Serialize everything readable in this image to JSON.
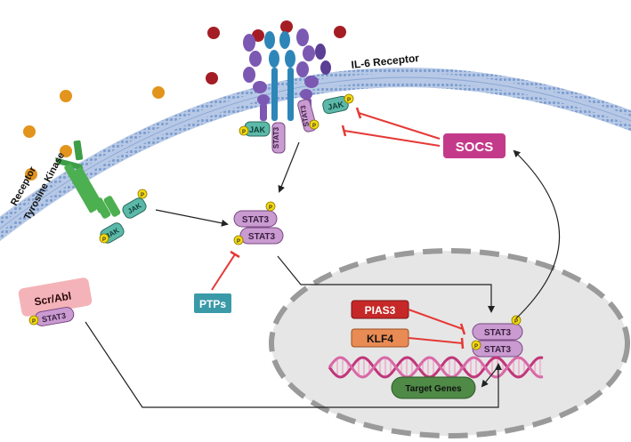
{
  "labels": {
    "il6_receptor": "IL-6 Receptor",
    "receptor_tk_line1": "Receptor",
    "receptor_tk_line2": "Tyrosine Kinase",
    "socs": "SOCS",
    "ptps": "PTPs",
    "scr_abl": "Scr/Abl",
    "pias3": "PIAS3",
    "klf4": "KLF4",
    "target_genes": "Target Genes",
    "jak": "JAK",
    "stat3": "STAT3",
    "phospho": "P"
  },
  "colors": {
    "membrane": "#9fb7dc",
    "membrane_dot": "#7f9fcf",
    "socs": "#c43a8a",
    "ptps": "#3a9aa8",
    "scr_abl": "#f4b3b8",
    "pias3": "#c62828",
    "klf4": "#e98b54",
    "target_genes": "#4f8a47",
    "stat3": "#c99bd0",
    "jak": "#5cb8a8",
    "phospho": "#f5d80f",
    "inhibit": "#e53935",
    "nucleus": "#e6e6e6",
    "ligand_orange": "#e2941c",
    "ligand_red": "#a51d24",
    "receptor_green": "#4caf50",
    "receptor_purple": "#7b59b3",
    "receptor_blue": "#2e86b8"
  }
}
